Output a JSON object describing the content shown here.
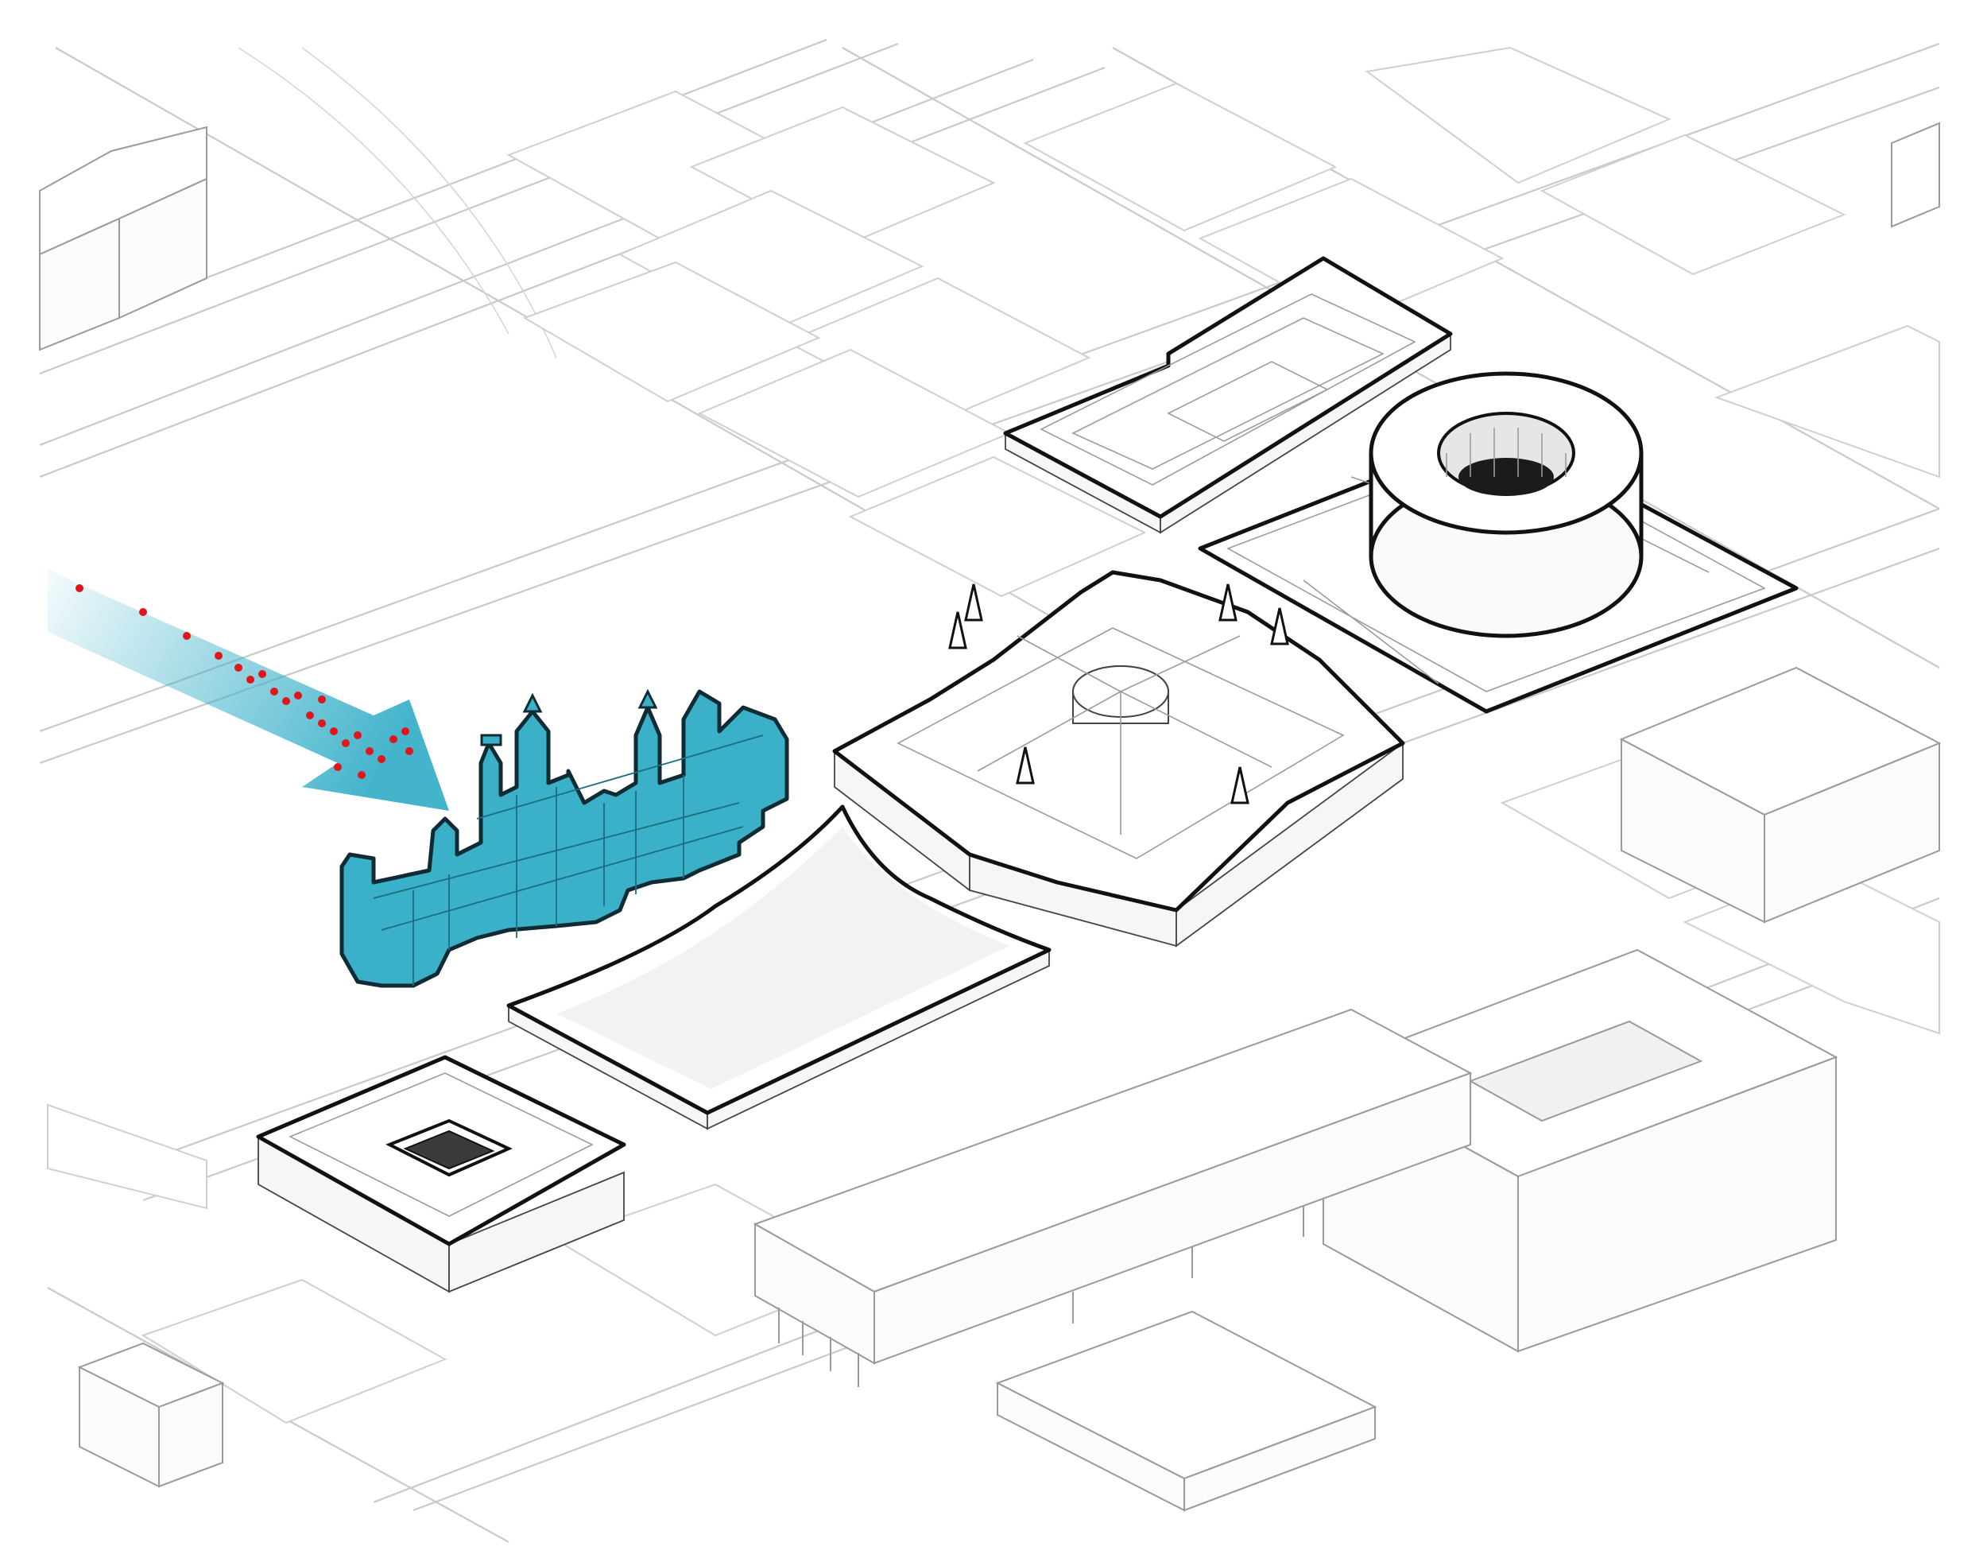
{
  "diagram": {
    "background_color": "#ffffff",
    "highlight_color": "#3ab0c9",
    "arrow_color": "#3ab0c9",
    "visitor_marker_color": "#e0161b",
    "outline_color": "#111111",
    "context_line_color": "#c9c9c9",
    "highlighted_building": "castle-icon",
    "arrow": "visitor-flow-arrow-icon",
    "buildings": [
      {
        "name": "castle",
        "icon": "castle-icon",
        "highlighted": true
      },
      {
        "name": "pavilion",
        "icon": "pavilion-icon",
        "highlighted": false
      },
      {
        "name": "ring-museum",
        "icon": "ring-building-icon",
        "highlighted": false
      },
      {
        "name": "long-block",
        "icon": "long-block-icon",
        "highlighted": false
      },
      {
        "name": "curved-roof-garden",
        "icon": "curved-roof-icon",
        "highlighted": false
      },
      {
        "name": "courtyard-building",
        "icon": "courtyard-building-icon",
        "highlighted": false
      }
    ]
  }
}
